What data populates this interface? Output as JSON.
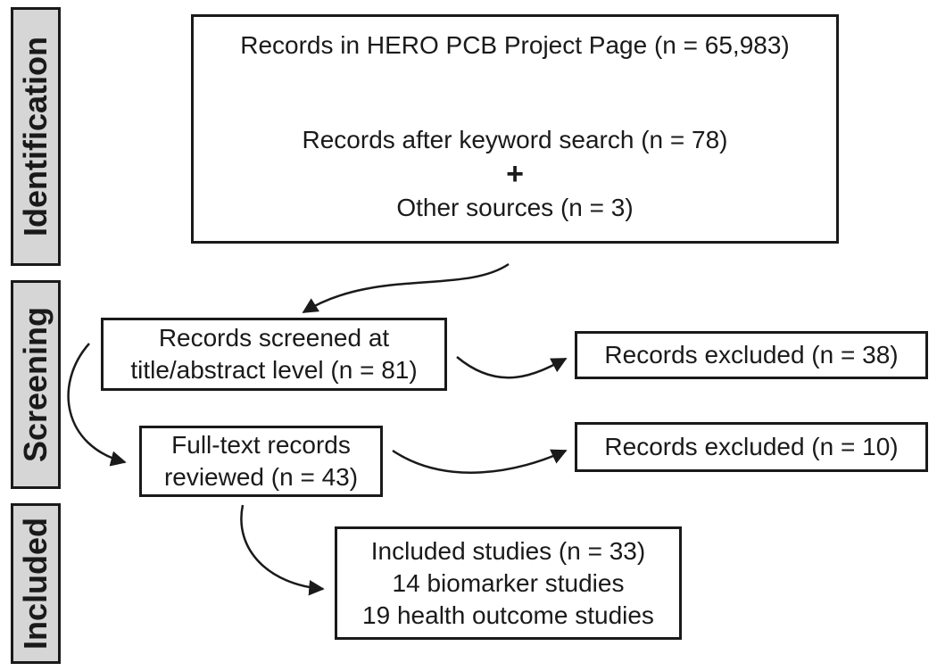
{
  "stages": {
    "identification": "Identification",
    "screening": "Screening",
    "included": "Included"
  },
  "identification_box": {
    "records_hero": "Records in HERO PCB Project Page (n = 65,983)",
    "records_keyword": "Records after keyword search (n = 78)",
    "plus": "+",
    "other_sources": "Other sources (n = 3)"
  },
  "screened_box": {
    "line1": "Records screened at",
    "line2": "title/abstract level (n = 81)"
  },
  "excluded_1": "Records excluded (n = 38)",
  "fulltext_box": {
    "line1": "Full-text records",
    "line2": "reviewed (n = 43)"
  },
  "excluded_2": "Records excluded (n = 10)",
  "included_box": {
    "line1": "Included studies (n = 33)",
    "line2": "14 biomarker studies",
    "line3": "19 health outcome studies"
  }
}
